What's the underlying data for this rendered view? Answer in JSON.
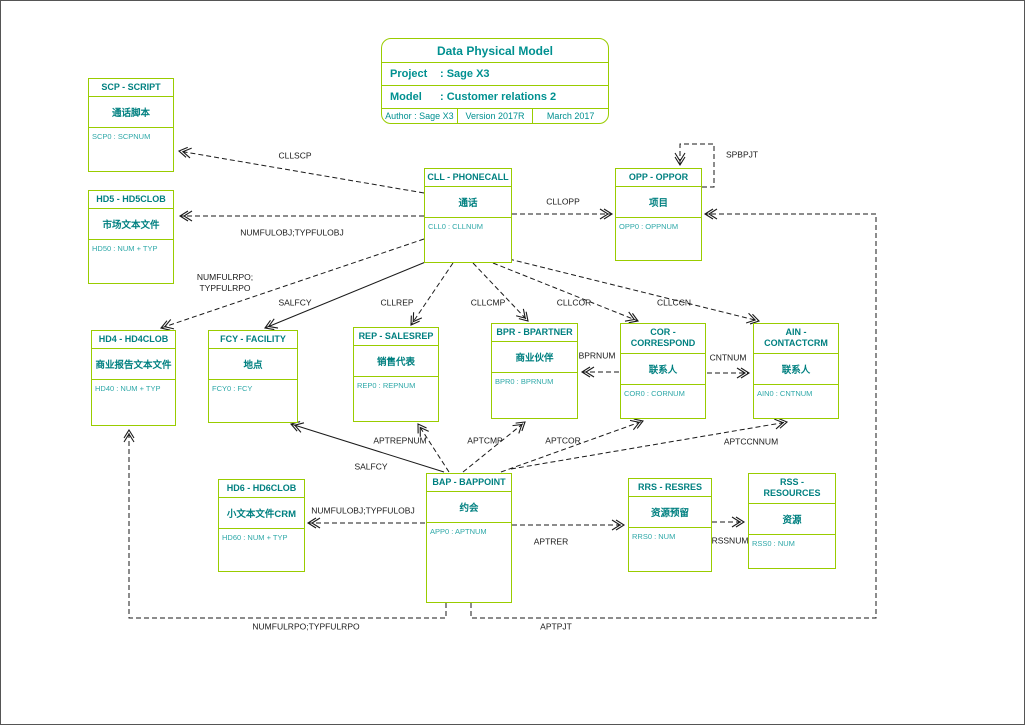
{
  "title_box": {
    "title": "Data Physical Model",
    "project_label": "Project",
    "project_value": ": Sage X3",
    "model_label": "Model",
    "model_value": ": Customer relations 2",
    "author": "Author : Sage X3",
    "version": "Version 2017R",
    "date": "March 2017"
  },
  "entities": {
    "scp": {
      "title": "SCP - SCRIPT",
      "cn": "通话脚本",
      "field": "SCP0 : SCPNUM"
    },
    "hd5": {
      "title": "HD5 - HD5CLOB",
      "cn": "市场文本文件",
      "field": "HD50 : NUM + TYP"
    },
    "cll": {
      "title": "CLL - PHONECALL",
      "cn": "通话",
      "field": "CLL0 : CLLNUM"
    },
    "opp": {
      "title": "OPP - OPPOR",
      "cn": "项目",
      "field": "OPP0 : OPPNUM"
    },
    "hd4": {
      "title": "HD4 - HD4CLOB",
      "cn": "商业报告文本文件",
      "field": "HD40 : NUM + TYP"
    },
    "fcy": {
      "title": "FCY - FACILITY",
      "cn": "地点",
      "field": "FCY0 : FCY"
    },
    "rep": {
      "title": "REP - SALESREP",
      "cn": "销售代表",
      "field": "REP0 : REPNUM"
    },
    "bpr": {
      "title": "BPR - BPARTNER",
      "cn": "商业伙伴",
      "field": "BPR0 : BPRNUM"
    },
    "cor": {
      "title": "COR - CORRESPOND",
      "cn": "联系人",
      "field": "COR0 : CORNUM"
    },
    "ain": {
      "title": "AIN - CONTACTCRM",
      "cn": "联系人",
      "field": "AIN0 : CNTNUM"
    },
    "hd6": {
      "title": "HD6 - HD6CLOB",
      "cn": "小文本文件CRM",
      "field": "HD60 : NUM + TYP"
    },
    "bap": {
      "title": "BAP - BAPPOINT",
      "cn": "约会",
      "field": "APP0 : APTNUM"
    },
    "rrs": {
      "title": "RRS - RESRES",
      "cn": "资源预留",
      "field": "RRS0 : NUM"
    },
    "rss": {
      "title": "RSS - RESOURCES",
      "cn": "资源",
      "field": "RSS0 : NUM"
    }
  },
  "relations": {
    "cllscp": "CLLSCP",
    "numfulobj_top": "NUMFULOBJ;TYPFULOBJ",
    "numfulrpo_top": "NUMFULRPO;\nTYPFULRPO",
    "salfcy_top": "SALFCY",
    "cllrep": "CLLREP",
    "cllcmp": "CLLCMP",
    "cllcor": "CLLCOR",
    "cllccn": "CLLCCN",
    "cllopp": "CLLOPP",
    "spbpjt": "SPBPJT",
    "bprnum": "BPRNUM",
    "cntnum": "CNTNUM",
    "aptrepnum": "APTREPNUM",
    "aptcmp": "APTCMP",
    "aptcor": "APTCOR",
    "aptccnnum": "APTCCNNUM",
    "salfcy_bottom": "SALFCY",
    "numfulobj_bottom": "NUMFULOBJ;TYPFULOBJ",
    "aptrer": "APTRER",
    "rssnum": "RSSNUM",
    "numfulrpo_bottom": "NUMFULRPO;TYPFULRPO",
    "aptpjt": "APTPJT"
  },
  "colors": {
    "box_border": "#99cc00",
    "title_text": "#008080",
    "field_text": "#2ea8a8",
    "line": "#1a1a1a"
  }
}
